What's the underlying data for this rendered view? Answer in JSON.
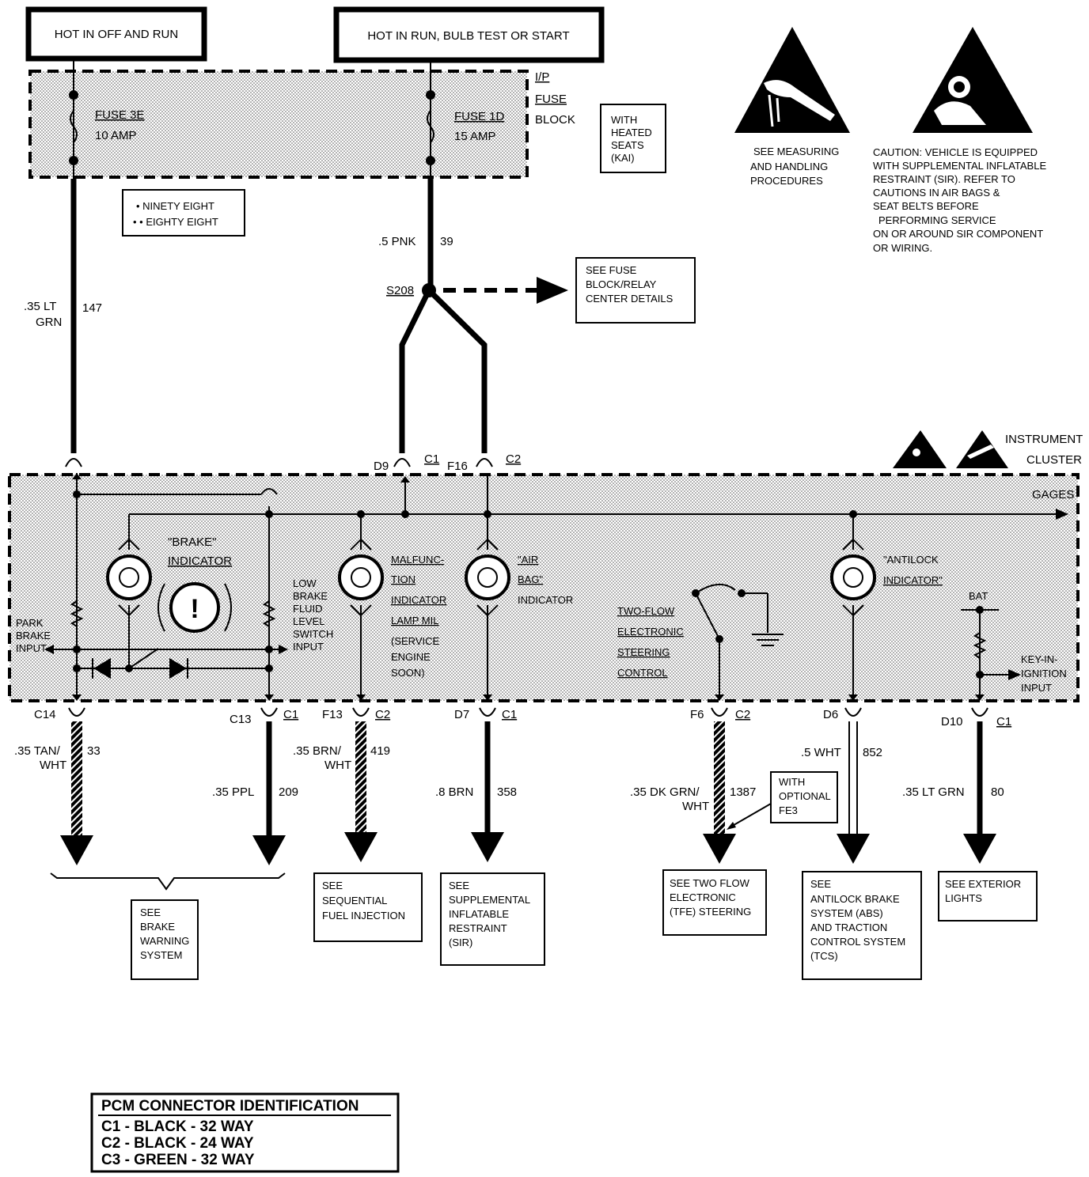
{
  "supplies": {
    "left": "HOT IN OFF AND RUN",
    "right": "HOT IN RUN, BULB TEST OR START"
  },
  "fuse_block": {
    "label": [
      "I/P",
      "FUSE",
      "BLOCK"
    ],
    "fuse_3e": [
      "FUSE 3E",
      "10 AMP"
    ],
    "fuse_1d": [
      "FUSE 1D",
      "15 AMP"
    ]
  },
  "notes": {
    "heated_seats": [
      "WITH",
      "HEATED",
      "SEATS",
      "(KAI)"
    ],
    "models": [
      "• NINETY EIGHT",
      "• • EIGHTY EIGHT"
    ],
    "measuring": [
      "SEE MEASURING",
      "AND HANDLING",
      "PROCEDURES"
    ],
    "caution": [
      "CAUTION: VEHICLE IS EQUIPPED",
      "WITH SUPPLEMENTAL INFLATABLE",
      "RESTRAINT (SIR). REFER TO",
      "CAUTIONS IN AIR BAGS &",
      "SEAT BELTS BEFORE",
      "PERFORMING SERVICE",
      "ON OR AROUND SIR COMPONENT",
      "OR WIRING."
    ],
    "fuse_details": [
      "SEE FUSE",
      "BLOCK/RELAY",
      "CENTER DETAILS"
    ],
    "optional_fe3": [
      "WITH",
      "OPTIONAL",
      "FE3"
    ]
  },
  "wires": {
    "w147": {
      "color": [
        ".35 LT",
        "GRN"
      ],
      "circuit": "147"
    },
    "w39": {
      "color": ".5 PNK",
      "circuit": "39"
    },
    "w33": {
      "color": [
        ".35 TAN/",
        "WHT"
      ],
      "circuit": "33"
    },
    "w209": {
      "color": ".35 PPL",
      "circuit": "209"
    },
    "w419": {
      "color": [
        ".35 BRN/",
        "WHT"
      ],
      "circuit": "419"
    },
    "w358": {
      "color": ".8 BRN",
      "circuit": "358"
    },
    "w1387": {
      "color": [
        ".35 DK GRN/",
        "WHT"
      ],
      "circuit": "1387"
    },
    "w852": {
      "color": ".5 WHT",
      "circuit": "852"
    },
    "w80": {
      "color": ".35 LT GRN",
      "circuit": "80"
    }
  },
  "splice": "S208",
  "connectors": {
    "d9": "D9",
    "c1_top": "C1",
    "f16": "F16",
    "c2_top": "C2",
    "c14": "C14",
    "c13": "C13",
    "c1_c13": "C1",
    "f13": "F13",
    "c2_f13": "C2",
    "d7": "D7",
    "c1_d7": "C1",
    "f6": "F6",
    "c2_f6": "C2",
    "d6": "D6",
    "d10": "D10",
    "c1_d10": "C1"
  },
  "cluster": {
    "title": [
      "INSTRUMENT",
      "CLUSTER"
    ],
    "gages": "GAGES",
    "brake_indicator": [
      "\"BRAKE\"",
      "INDICATOR"
    ],
    "low_brake_fluid": [
      "LOW",
      "BRAKE",
      "FLUID",
      "LEVEL",
      "SWITCH",
      "INPUT"
    ],
    "park_brake": [
      "PARK",
      "BRAKE",
      "INPUT"
    ],
    "mil": [
      "MALFUNC-",
      "TION",
      "INDICATOR",
      "LAMP MIL",
      "(SERVICE",
      "ENGINE",
      "SOON)"
    ],
    "air_bag": [
      "\"AIR",
      "BAG\"",
      "INDICATOR"
    ],
    "tfe": [
      "TWO-FLOW",
      "ELECTRONIC",
      "STEERING",
      "CONTROL"
    ],
    "antilock": [
      "\"ANTILOCK",
      "INDICATOR\""
    ],
    "bat": "BAT",
    "key_in": [
      "KEY-IN-",
      "IGNITION",
      "INPUT"
    ],
    "warning_symbol": "!"
  },
  "destinations": {
    "brake_warning": [
      "SEE",
      "BRAKE",
      "WARNING",
      "SYSTEM"
    ],
    "sfi": [
      "SEE",
      "SEQUENTIAL",
      "FUEL INJECTION"
    ],
    "sir": [
      "SEE",
      "SUPPLEMENTAL",
      "INFLATABLE",
      "RESTRAINT",
      "(SIR)"
    ],
    "tfe": [
      "SEE TWO FLOW",
      "ELECTRONIC",
      "(TFE) STEERING"
    ],
    "abs": [
      "SEE",
      "ANTILOCK BRAKE",
      "SYSTEM (ABS)",
      "AND TRACTION",
      "CONTROL SYSTEM",
      "(TCS)"
    ],
    "exterior": [
      "SEE EXTERIOR",
      "LIGHTS"
    ]
  },
  "pcm_legend": {
    "title": "PCM CONNECTOR IDENTIFICATION",
    "rows": [
      "C1 - BLACK - 32 WAY",
      "C2 - BLACK - 24 WAY",
      "C3 - GREEN - 32 WAY"
    ]
  },
  "icons": {
    "esd_warning": "esd-hand-warning-icon",
    "sir_warning": "airbag-warning-icon",
    "ground": "ground-icon",
    "bulb": "bulb-icon",
    "diode": "diode-icon",
    "resistor": "resistor-icon"
  }
}
